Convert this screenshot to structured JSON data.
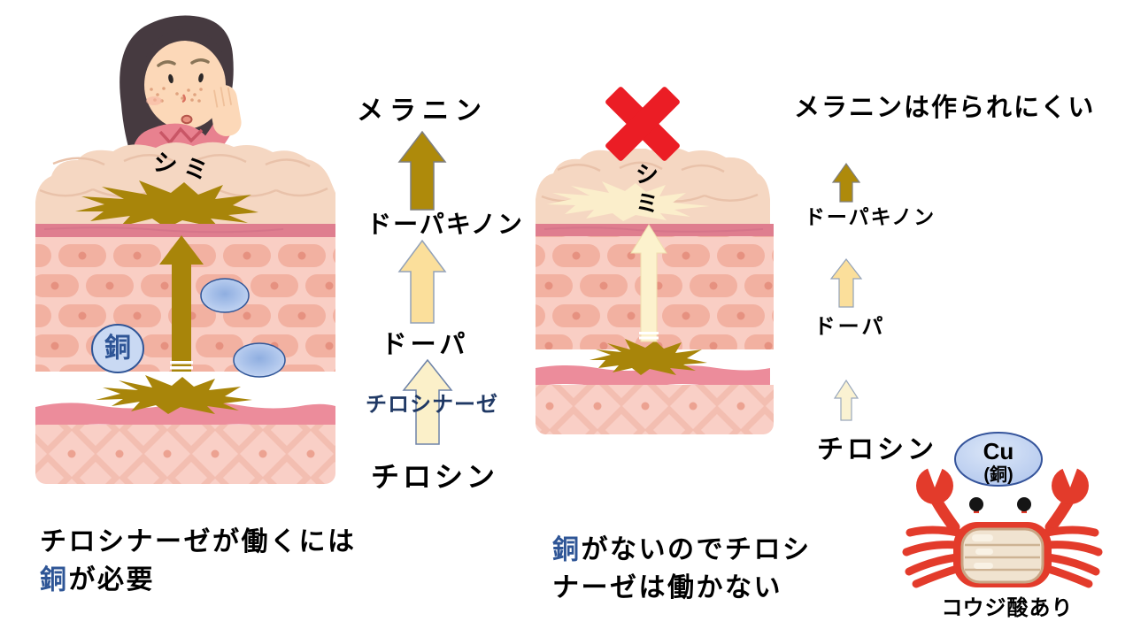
{
  "palette": {
    "gold": "#A8850A",
    "gold_arrow": "#AE8A0B",
    "cream_arrow": "#FBDF9B",
    "pale_cream_arrow": "#FBF0C9",
    "navy_text": "#1F3864",
    "copper_blue_text": "#2E5596",
    "copper_ellipse_fill": "#C9D9F3",
    "copper_ellipse_border": "#2F5597",
    "red_x": "#EB1D25",
    "crab_red": "#E33B2B",
    "skin_bump": "#F5D7C2",
    "skin_band_pink": "#DF7E8F",
    "skin_cells_bg": "#F9CEC4",
    "skin_cell": "#F2B1A1"
  },
  "left": {
    "spot_label": "シミ",
    "copper": "銅",
    "caption_line1": "チロシナーゼが働くには",
    "caption_line2_copper": "銅",
    "caption_line2_rest": "が必要"
  },
  "pathway": {
    "melanin": "メラニン",
    "dopaquinone": "ドーパキノン",
    "dopa": "ドーパ",
    "tyrosinase": "チロシナーゼ",
    "tyrosine": "チロシン"
  },
  "right": {
    "heading": "メラニンは作られにくい",
    "spot_char1": "シ",
    "spot_char2": "ミ",
    "dopaquinone": "ドーパキノン",
    "dopa": "ドーパ",
    "tyrosine": "チロシン",
    "caption_line1_copper": "銅",
    "caption_line1_rest": "がないのでチロシ",
    "caption_line2": "ナーゼは働かない"
  },
  "crab": {
    "cu": "Cu",
    "cu_sub": "(銅)",
    "caption": "コウジ酸あり"
  }
}
